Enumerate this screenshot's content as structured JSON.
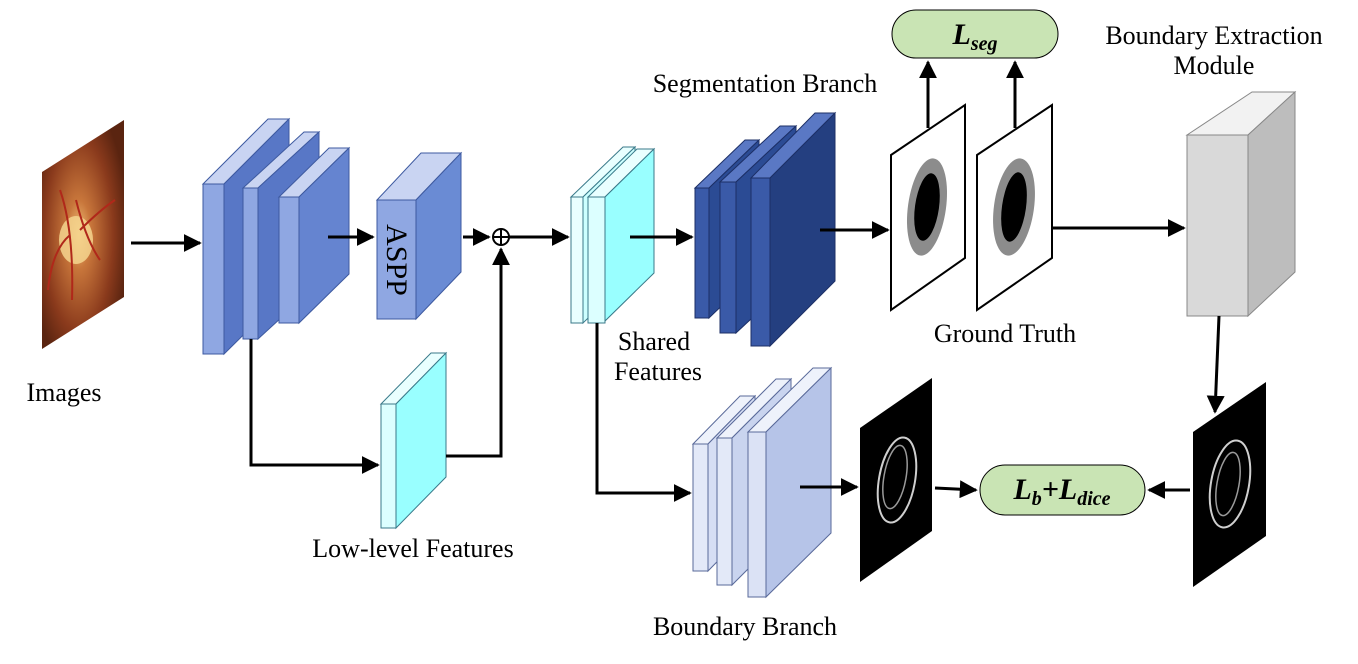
{
  "labels": {
    "images": "Images",
    "low_level": "Low-level Features",
    "shared_1": "Shared",
    "shared_2": "Features",
    "seg_branch": "Segmentation Branch",
    "ground_truth": "Ground Truth",
    "bem_1": "Boundary Extraction",
    "bem_2": "Module",
    "boundary_branch": "Boundary Branch",
    "aspp": "ASPP"
  },
  "losses": {
    "seg_main": "L",
    "seg_sub": "seg",
    "b_main": "L",
    "b_sub": "b",
    "plus": "+",
    "dice_main": "L",
    "dice_sub": "dice"
  },
  "operators": {
    "fusion": "⊕"
  },
  "colors": {
    "encoder_blue": "#6f8fd6",
    "aspp_blue": "#6a8bd4",
    "cyan_feature": "#99ffff",
    "seg_navy": "#2a4a8a",
    "boundary_lavender": "#b6c4e8",
    "loss_green": "#c9e4b4",
    "bem_gray": "#d6d6d6"
  }
}
